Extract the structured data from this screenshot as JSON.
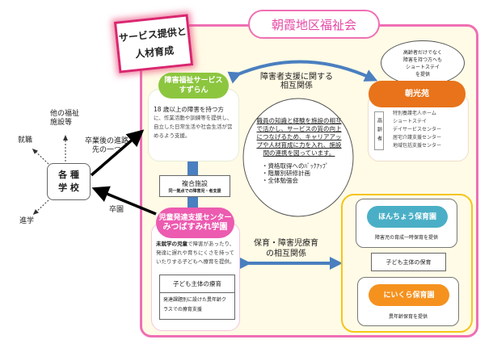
{
  "title": "朝霞地区福祉会",
  "tag": {
    "line1": "サービス提供と",
    "line2": "人材育成"
  },
  "school": {
    "line1": "各 種",
    "line2": "学 校",
    "out_other": "他の福祉\n施設等",
    "out_job": "就職",
    "out_study": "進学",
    "to_suzuran": "卒業後の進路\n先の一つ",
    "from_mitsuba": "卒園"
  },
  "suzuran": {
    "name1": "障害福祉サービス",
    "name2": "すずらん",
    "desc_lead": "18 歳以上の障害を持つ方",
    "desc": "に、作業活動や訓練等を提供し、自立した日常生活や社会生活が営めるよう支援。"
  },
  "complex": {
    "title": "複合施設",
    "sub": "同一拠点での障害児・者支援"
  },
  "mitsuba": {
    "name1": "児童発達支援センター",
    "name2": "みつばすみれ学園",
    "desc_lead": "未就学の児童",
    "desc": "で障害があったり、発達に遅れや育ちにくさを持っていたりする子どもへ療育を提供。",
    "box_title": "子ども主体の療育",
    "box_desc": "発達課題別に設けた異年齢クラスでの療育支援"
  },
  "relation_top": "障害者支援に関する\n相互関係",
  "relation_mid": "保育・障害児療育\nの相互関係",
  "center": {
    "text": "職員の知識と経験を施設の相互で活かし、サービスの質の向上につなげるため、キャリアアップや人材育成に力を入れ、施設間の連携を図っています。",
    "bullets": [
      "・資格取得へのﾊﾞｯｸｱｯﾌﾟ",
      "・階層別研修計画",
      "・全体勉強会"
    ]
  },
  "choukou": {
    "bubble": "高齢者だけでなく\n障害を持つ方へも\nショートステイ\nを提供",
    "name": "朝光苑",
    "side": "高齢者",
    "services": [
      "特別養護老人ホーム",
      "ショートステイ",
      "デイサービスセンター",
      "居宅介護支援センター",
      "地域包括支援センター"
    ]
  },
  "honchou": {
    "name": "ほんちょう保育園",
    "desc": "障害児の育成一時保育を提供"
  },
  "hoiku_center": "子ども主体の保育",
  "niikura": {
    "name": "にいくら保育園",
    "desc": "異年齢保育を提供"
  },
  "colors": {
    "pink": "#ef6fb4",
    "green": "#8cc63f",
    "orange": "#e8731a",
    "teal": "#4aafc6",
    "amber": "#f5921e",
    "blue": "#4a7fc0",
    "yellow": "#f5c518"
  }
}
